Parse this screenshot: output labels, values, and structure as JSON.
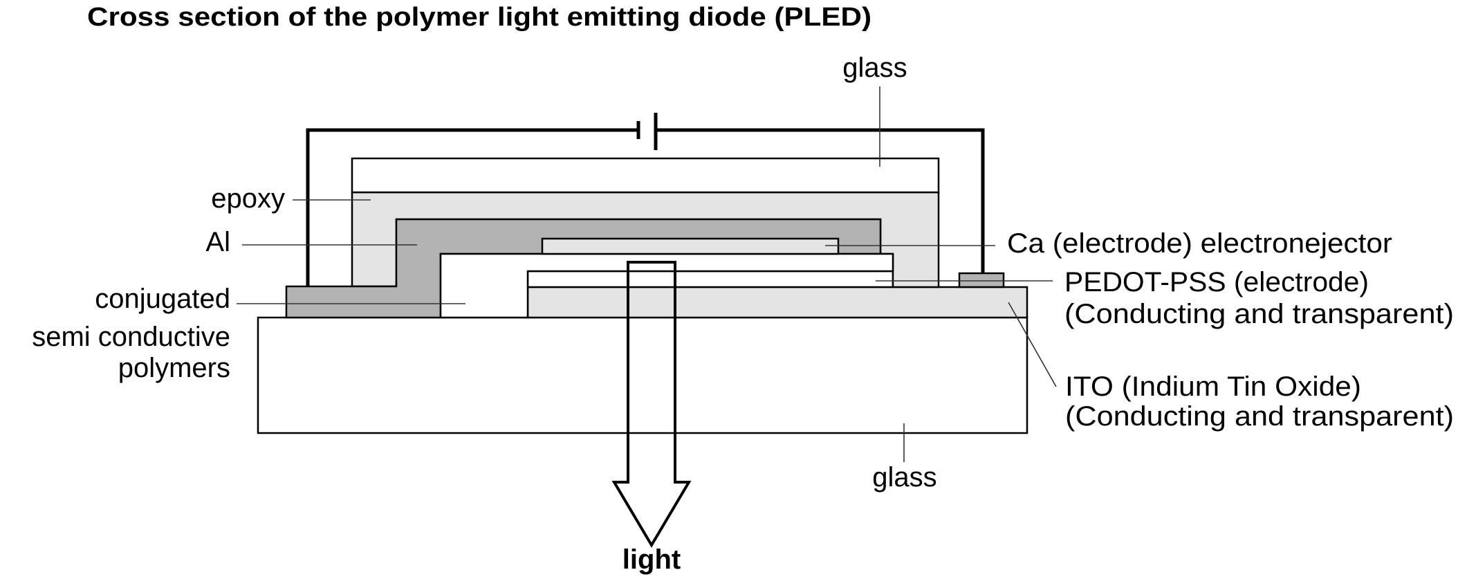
{
  "title": "Cross section of the polymer light emitting diode (PLED)",
  "colors": {
    "glass": "#ffffff",
    "epoxy": "#e4e4e4",
    "aluminum": "#b3b3b3",
    "calcium": "#e4e4e4",
    "polymer": "#ffffff",
    "pedot": "#ffffff",
    "ito": "#e4e4e4",
    "contact_pad": "#b3b3b3",
    "outline": "#000000"
  },
  "labels": {
    "glass_top": "glass",
    "epoxy": "epoxy",
    "al": "Al",
    "polymer": [
      "conjugated",
      "semi conductive",
      "polymers"
    ],
    "ca": "Ca (electrode) electronejector",
    "pedot": [
      "PEDOT-PSS (electrode)",
      "(Conducting and transparent)"
    ],
    "ito": [
      "ITO (Indium Tin Oxide)",
      "(Conducting and transparent)"
    ],
    "glass_bottom": "glass",
    "light": "light"
  },
  "components": {
    "battery_icon": "battery-symbol",
    "light_arrow_icon": "arrow-down"
  }
}
